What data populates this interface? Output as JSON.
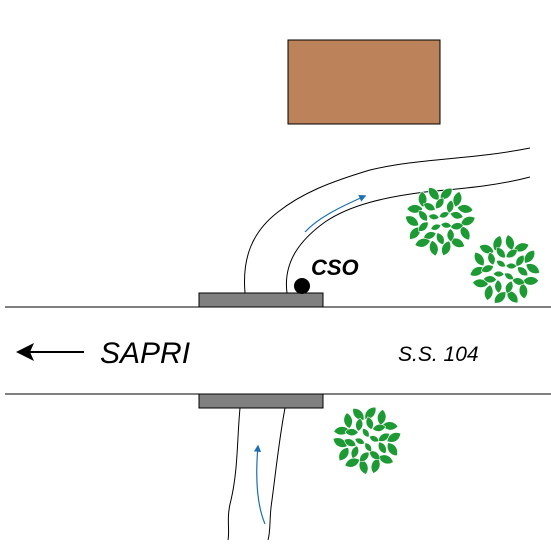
{
  "labels": {
    "direction": "SAPRI",
    "road": "S.S. 104",
    "outfall": "CSO"
  },
  "colors": {
    "building": "#BC8259",
    "bridge": "#808080",
    "flow_arrow": "#1A6FB5",
    "vegetation": "#1E9A35",
    "line": "#000000"
  },
  "icons": {
    "direction_arrow": "arrow-left-icon",
    "outfall_marker": "filled-circle",
    "flow": "arrow-up-icon",
    "vegetation": "bush-icon"
  }
}
